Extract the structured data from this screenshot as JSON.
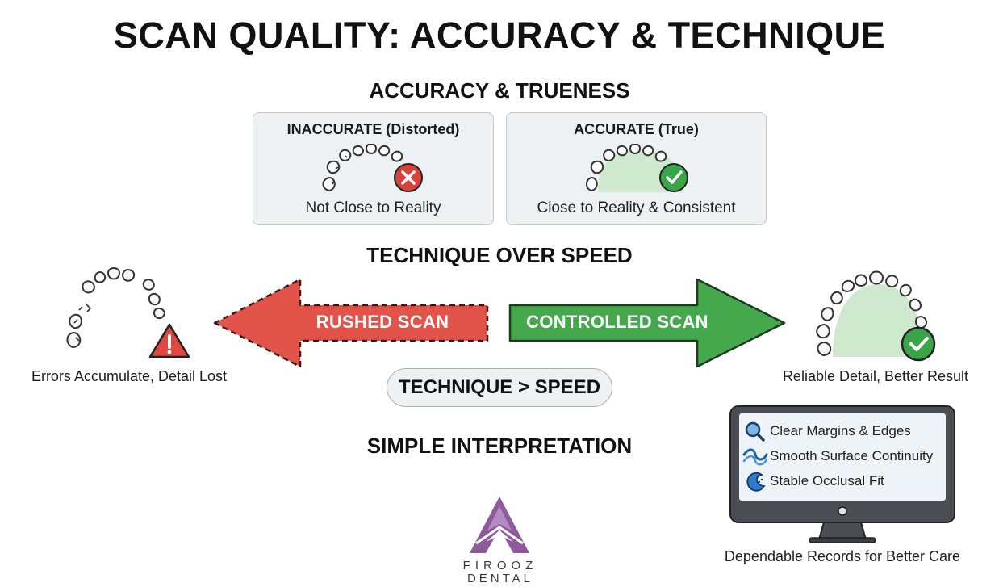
{
  "header": {
    "title": "SCAN QUALITY: ACCURACY & TECHNIQUE"
  },
  "accuracy": {
    "title": "ACCURACY & TRUENESS",
    "inaccurate": {
      "title": "INACCURATE (Distorted)",
      "caption": "Not Close to Reality",
      "status_color": "#d9413b",
      "icon": "x-icon"
    },
    "accurate": {
      "title": "ACCURATE (True)",
      "caption": "Close to Reality & Consistent",
      "status_color": "#3aa548",
      "icon": "check-icon"
    }
  },
  "technique": {
    "title": "TECHNIQUE OVER SPEED",
    "rushed": {
      "label": "RUSHED SCAN",
      "caption": "Errors Accumulate, Detail Lost",
      "color": "#e2534a"
    },
    "controlled": {
      "label": "CONTROLLED SCAN",
      "caption": "Reliable Detail, Better Result",
      "color": "#45a84c"
    },
    "pill": "TECHNIQUE > SPEED"
  },
  "interpretation": {
    "title": "SIMPLE INTERPRETATION",
    "items": [
      {
        "label": "Clear Margins & Edges",
        "icon": "magnifier-icon"
      },
      {
        "label": "Smooth Surface Continuity",
        "icon": "wave-icon"
      },
      {
        "label": "Stable Occlusal Fit",
        "icon": "bitten-circle-icon"
      }
    ],
    "caption": "Dependable Records for Better Care"
  },
  "brand": {
    "name": "FIROOZ",
    "sub": "DENTAL",
    "color": "#8e5a9c"
  }
}
